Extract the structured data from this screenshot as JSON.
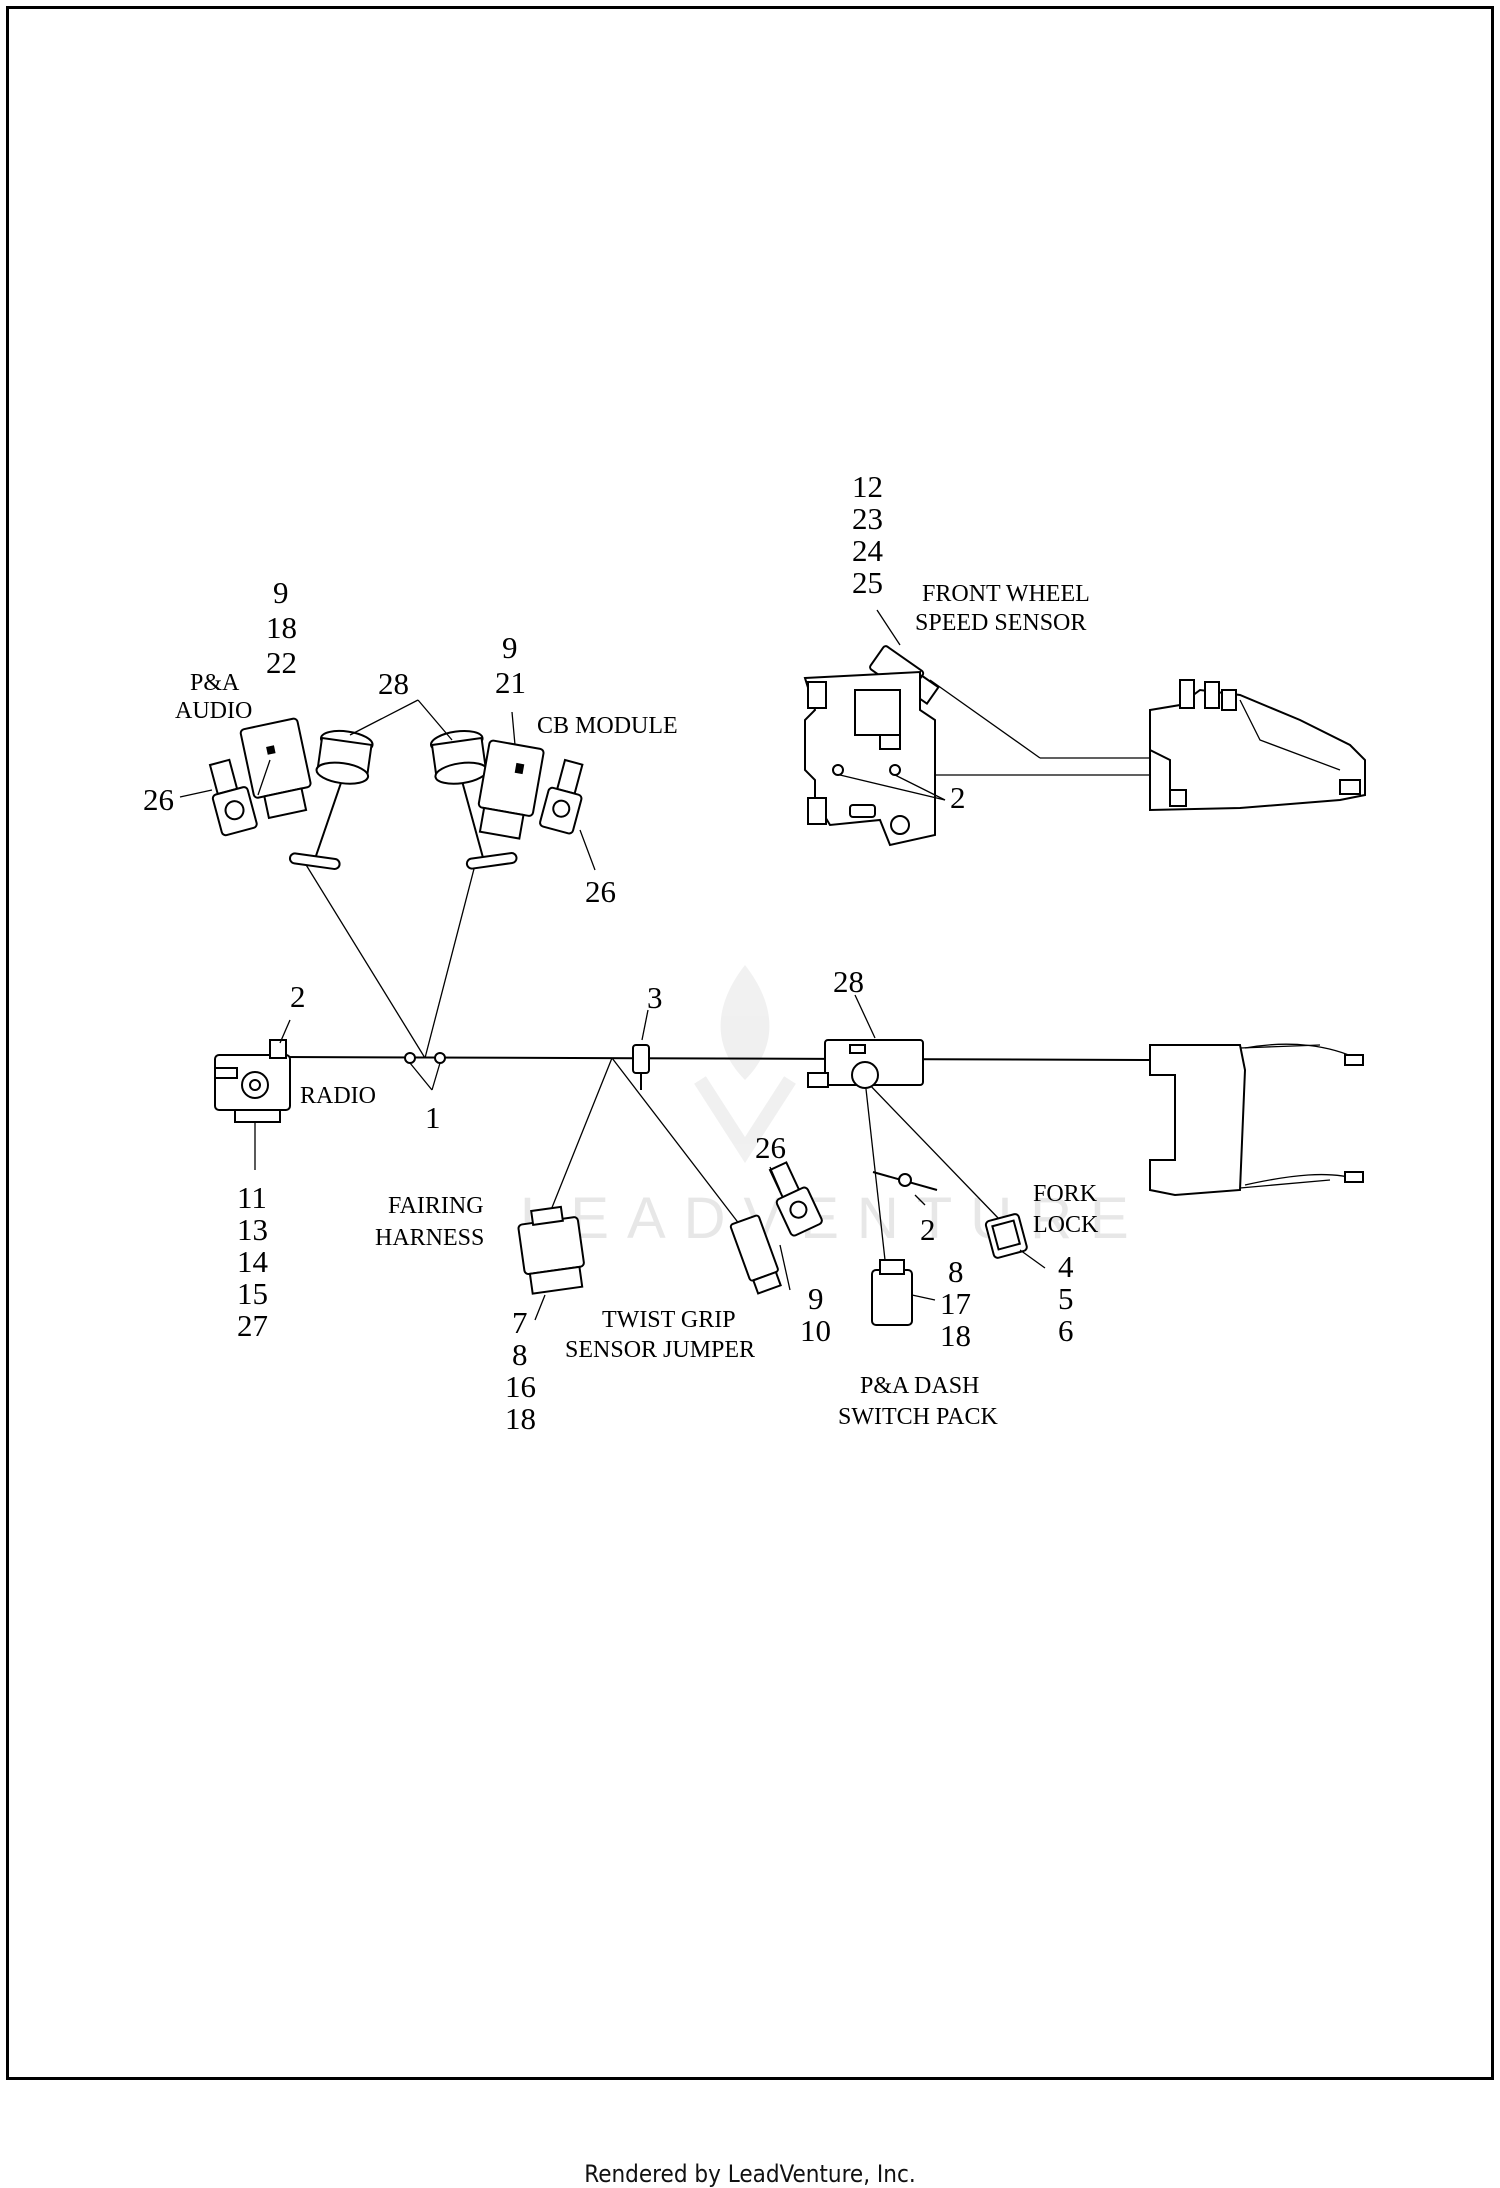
{
  "labels": {
    "pa_audio": [
      "P&A",
      "AUDIO"
    ],
    "cb_module": [
      "CB MODULE"
    ],
    "front_wheel_speed_sensor": [
      "FRONT WHEEL",
      "SPEED SENSOR"
    ],
    "radio": [
      "RADIO"
    ],
    "fairing_harness": [
      "FAIRING",
      "HARNESS"
    ],
    "twist_grip_sensor_jumper": [
      "TWIST GRIP",
      "SENSOR JUMPER"
    ],
    "pa_dash_switch_pack": [
      "P&A DASH",
      "SWITCH PACK"
    ],
    "fork_lock": [
      "FORK",
      "LOCK"
    ]
  },
  "callouts": {
    "pa_audio_refs": [
      "9",
      "18",
      "22"
    ],
    "audio_plug_ref": "28",
    "cb_module_refs": [
      "9",
      "21"
    ],
    "left_clip_ref": "26",
    "cb_clip_ref": "26",
    "speed_sensor_refs": [
      "12",
      "23",
      "24",
      "25"
    ],
    "bracket_tie_ref": "2",
    "radio_tie_ref": "2",
    "split_ref": "1",
    "pin_ref": "3",
    "clamp_ref": "28",
    "mid_clip_ref": "26",
    "dash_tie_ref": "2",
    "radio_refs": [
      "11",
      "13",
      "14",
      "15",
      "27"
    ],
    "fairing_refs": [
      "7",
      "8",
      "16",
      "18"
    ],
    "twist_refs": [
      "9",
      "10"
    ],
    "dash_refs": [
      "8",
      "17",
      "18"
    ],
    "fork_refs": [
      "4",
      "5",
      "6"
    ]
  },
  "watermark": "LEADVENTURE",
  "credit": "Rendered by LeadVenture, Inc."
}
